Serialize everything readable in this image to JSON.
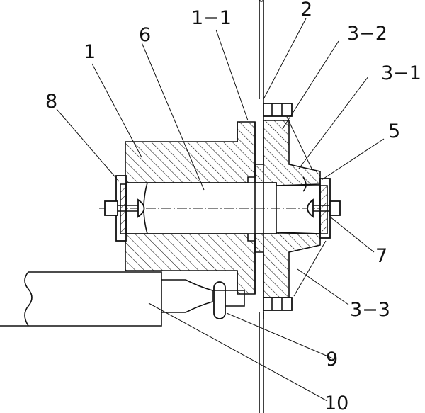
{
  "labels": {
    "l1": "1",
    "l1_1": "1−1",
    "l2": "2",
    "l3_2": "3−2",
    "l3_1": "3−1",
    "l5": "5",
    "l6": "6",
    "l7": "7",
    "l8": "8",
    "l3_3": "3−3",
    "l9": "9",
    "l10": "10"
  }
}
